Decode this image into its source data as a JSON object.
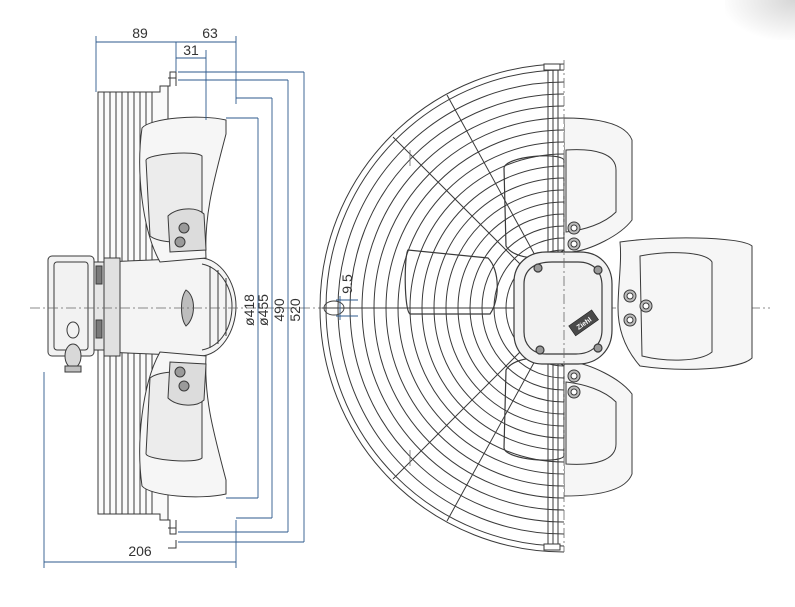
{
  "colors": {
    "outline": "#3a3a3a",
    "dimension": "#2c5a8c",
    "centerline": "#666666",
    "part_fill": "#f4f4f4",
    "dark_fill": "#b9b9b9"
  },
  "dimensions": {
    "top_left_width": "89",
    "top_right_width": "63",
    "offset": "31",
    "diameter_418": "ø418",
    "diameter_455": "ø455",
    "height_490": "490",
    "height_520": "520",
    "bottom_width": "206",
    "bolt_offset": "9.5"
  },
  "label_plate": "Ziehl"
}
